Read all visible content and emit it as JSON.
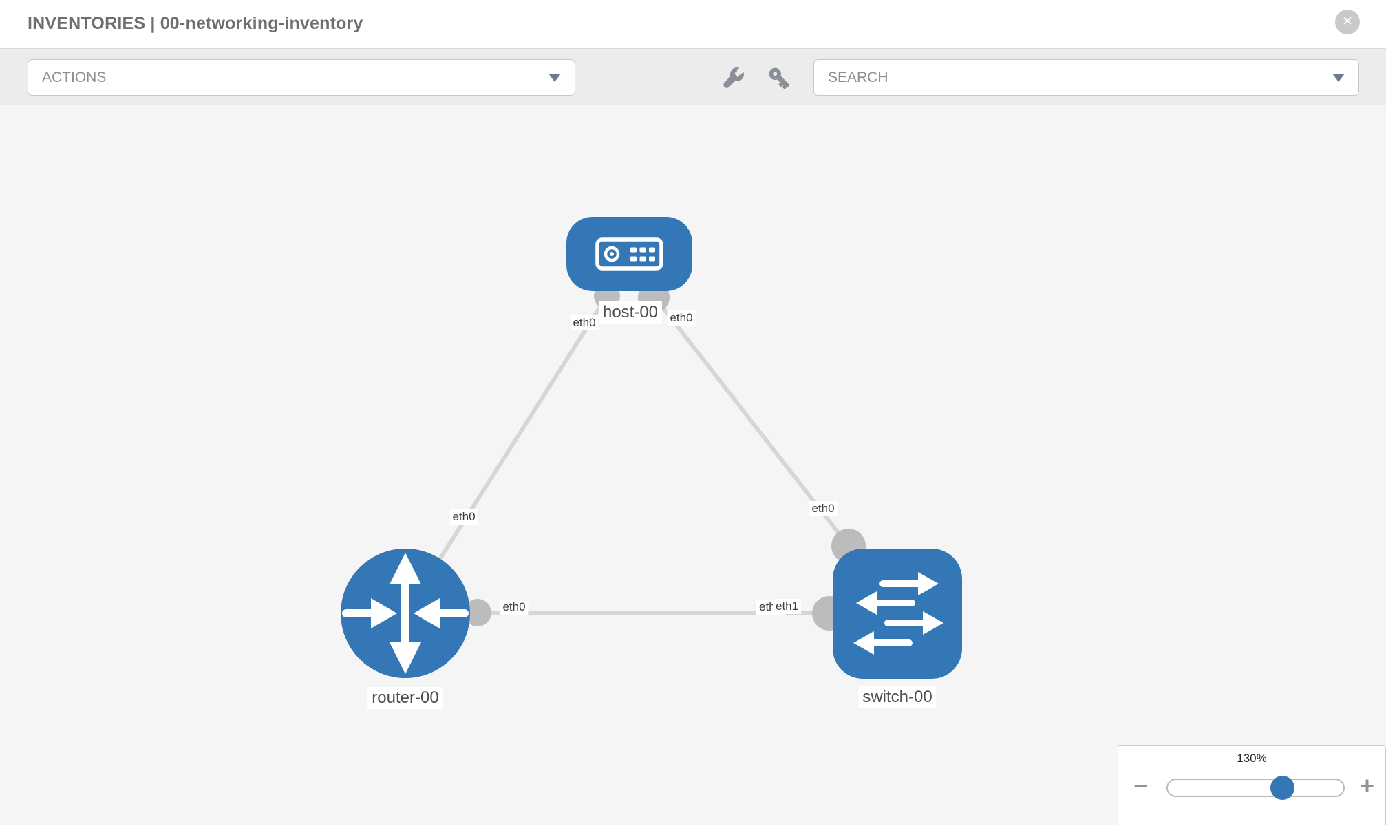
{
  "header": {
    "title": "INVENTORIES | 00-networking-inventory",
    "close_glyph": "✕"
  },
  "toolbar": {
    "actions_label": "ACTIONS",
    "search_label": "SEARCH",
    "icons": [
      "wrench-icon",
      "key-icon"
    ]
  },
  "topology": {
    "nodes": {
      "host": {
        "label": "host-00",
        "type": "host"
      },
      "router": {
        "label": "router-00",
        "type": "router"
      },
      "switch": {
        "label": "switch-00",
        "type": "switch"
      }
    },
    "links": [
      {
        "source": "host-00",
        "target": "router-00",
        "source_interface": "eth0",
        "target_interface": "eth0"
      },
      {
        "source": "host-00",
        "target": "switch-00",
        "source_interface": "eth0",
        "target_interface": "eth0"
      },
      {
        "source": "router-00",
        "target": "switch-00",
        "source_interface": "eth0",
        "target_interface": "eth1"
      }
    ],
    "iface_labels": {
      "host_to_router": "eth0",
      "host_to_switch": "eth0",
      "router_to_host": "eth0",
      "switch_to_host": "eth0",
      "router_to_switch": "eth0",
      "switch_to_router_hidden": "eth0",
      "switch_to_router": "eth1"
    }
  },
  "zoom_control": {
    "level": "130%",
    "minus_label": "−",
    "plus_label": "+",
    "slider_percent": 65
  },
  "colors": {
    "node_blue": "#3377b6",
    "link_gray": "#d6d6d6",
    "connector_gray": "#bcbcbc",
    "toolbar_bg": "#ececec",
    "canvas_bg": "#f5f5f5"
  }
}
